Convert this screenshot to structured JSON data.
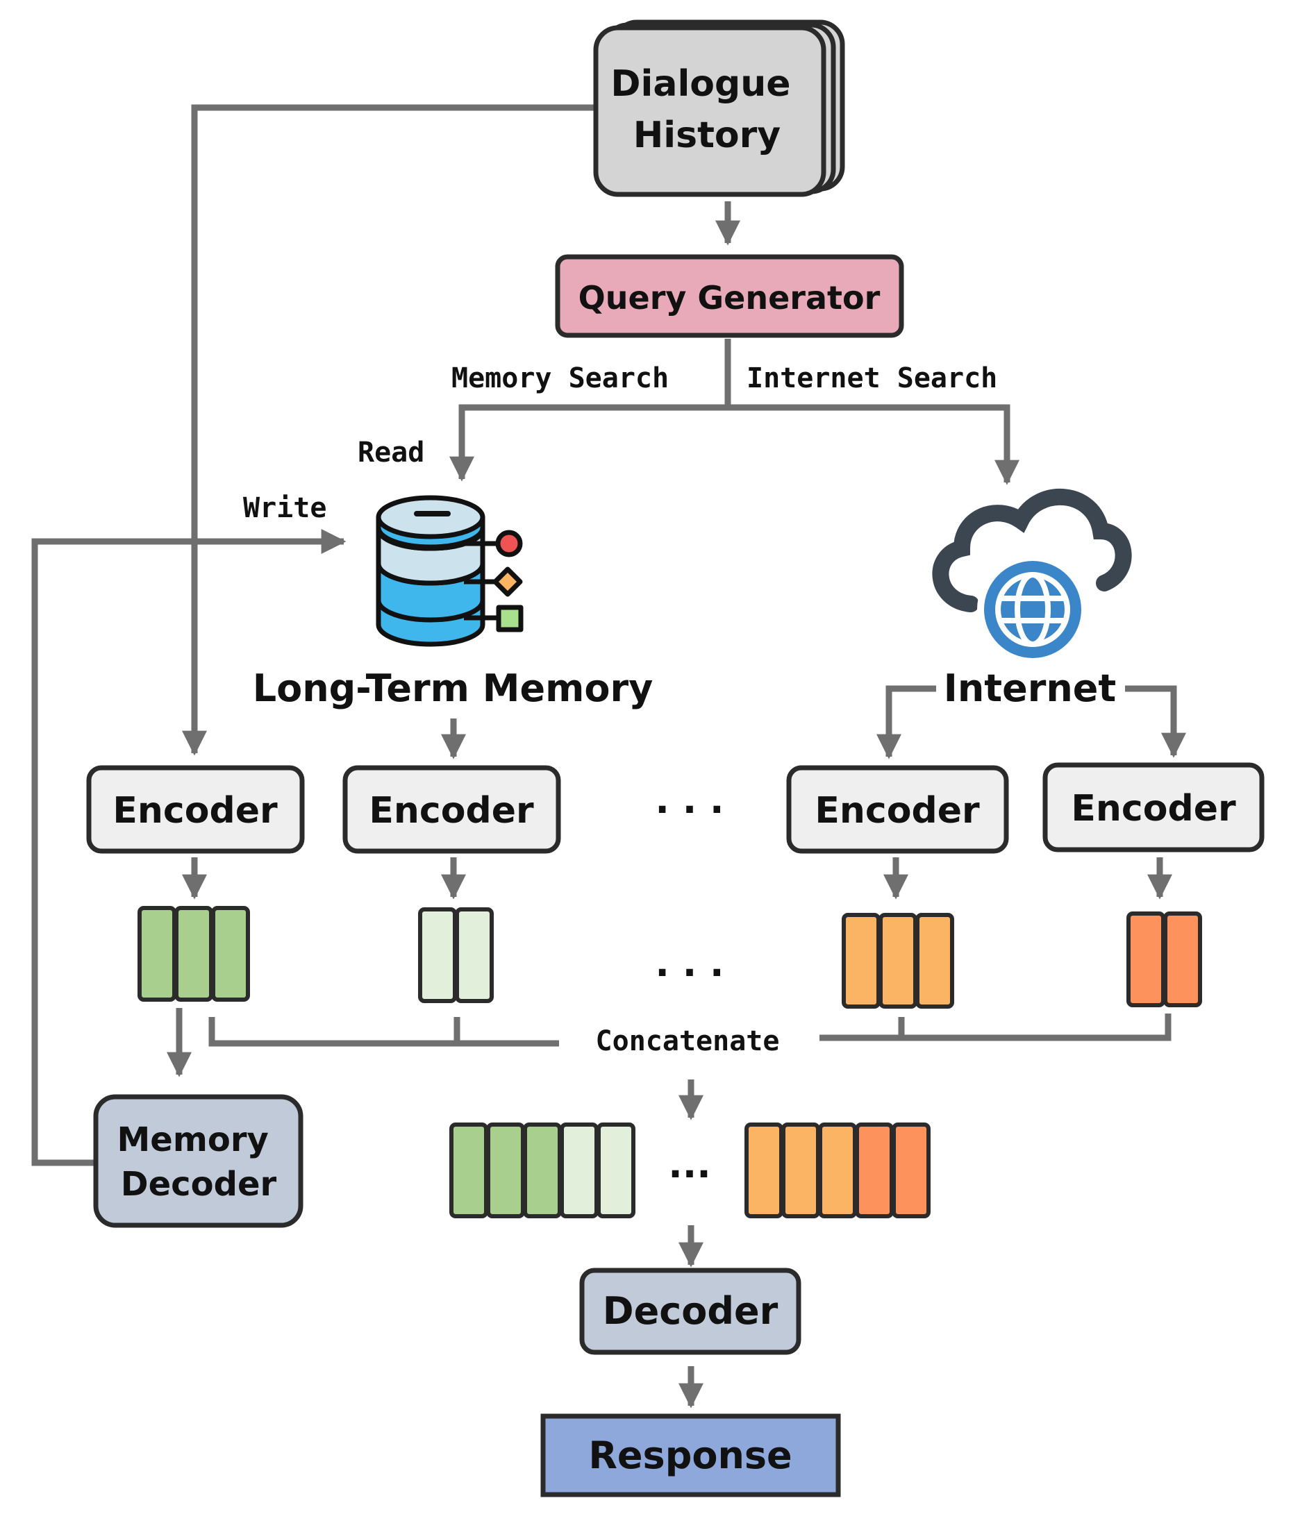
{
  "nodes": {
    "dialogue_history": "Dialogue\nHistory",
    "query_generator": "Query Generator",
    "long_term_memory": "Long-Term Memory",
    "internet": "Internet",
    "encoder_1": "Encoder",
    "encoder_2": "Encoder",
    "encoder_3": "Encoder",
    "encoder_4": "Encoder",
    "memory_decoder": "Memory\nDecoder",
    "decoder": "Decoder",
    "response": "Response"
  },
  "edge_labels": {
    "memory_search": "Memory Search",
    "internet_search": "Internet Search",
    "read": "Read",
    "write": "Write",
    "concatenate": "Concatenate"
  },
  "ellipses": {
    "encoders": "· · ·",
    "embeddings": "· · ·",
    "concat": "···"
  },
  "colors": {
    "dialogue_fill": "#d4d4d4",
    "query_fill": "#e8a9b9",
    "encoder_fill": "#efefef",
    "decoder_fill": "#c0cad8",
    "response_fill": "#8fa8dc",
    "green_dark": "#a8cf8d",
    "green_light": "#e2efda",
    "orange_light": "#fbb463",
    "orange_dark": "#fd925c",
    "wire": "#6f6f6f",
    "db_blue": "#3fb6ec",
    "db_light": "#cce3ee",
    "globe_blue": "#3a86c8"
  },
  "icons": {
    "database": "database-icon",
    "cloud": "cloud-globe-icon"
  }
}
